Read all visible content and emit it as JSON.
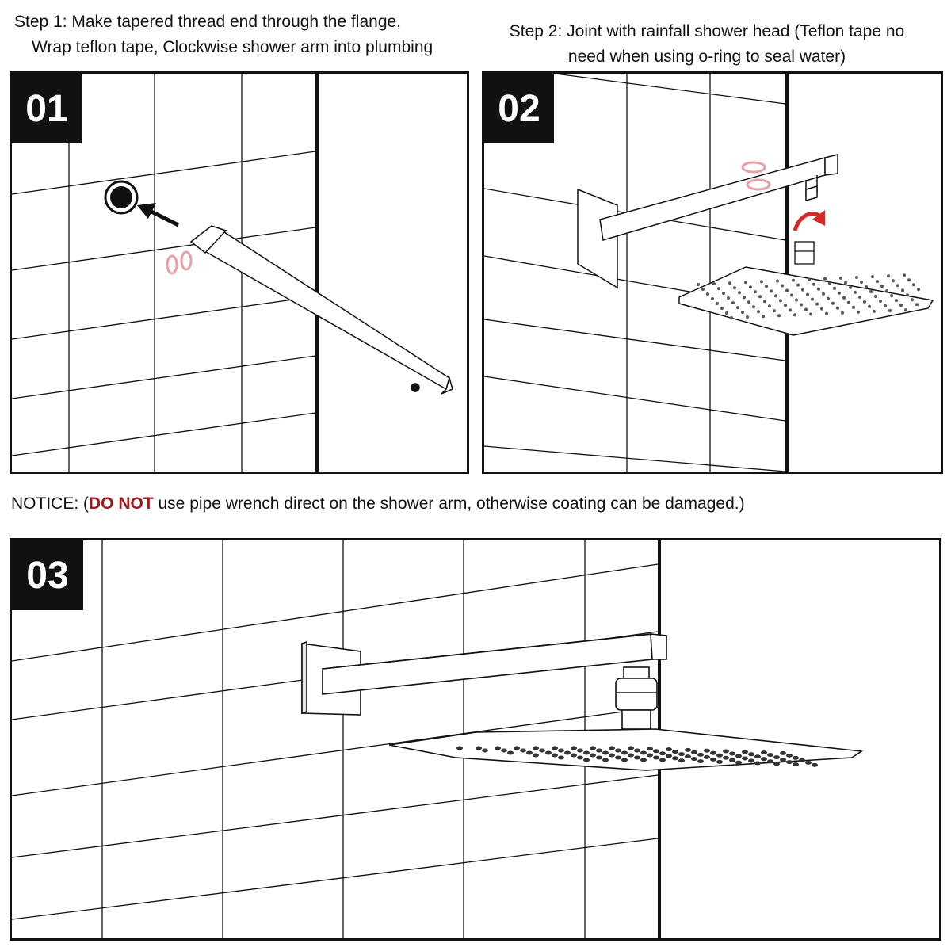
{
  "step1": {
    "line1": "Step 1: Make tapered thread end through the flange,",
    "line2": "Wrap teflon tape, Clockwise shower arm into plumbing"
  },
  "step2": {
    "line1": "Step 2: Joint with rainfall shower head (Teflon tape no",
    "line2": "need when using o-ring to seal water)"
  },
  "notice": {
    "prefix": "NOTICE: (",
    "warning": "DO NOT",
    "suffix": " use pipe wrench direct on the shower arm, otherwise coating can be damaged.)"
  },
  "panels": [
    {
      "number": "01"
    },
    {
      "number": "02"
    },
    {
      "number": "03"
    }
  ],
  "colors": {
    "line": "#111111",
    "tape_accent": "#e8a0a8",
    "arrow_red": "#d62828",
    "warning_text": "#a4161a"
  }
}
